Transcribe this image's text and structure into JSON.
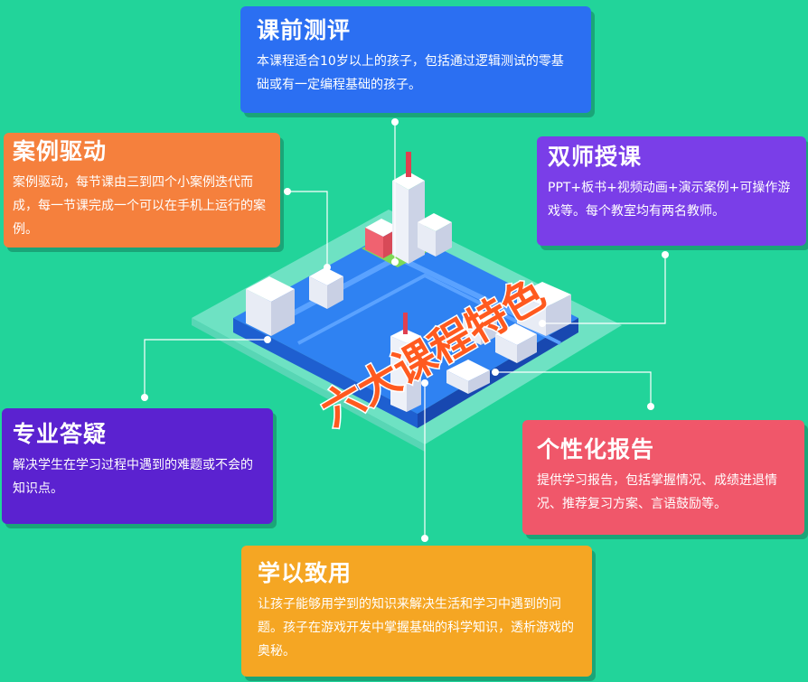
{
  "center_title": "六大课程特色",
  "cards": {
    "pre_assessment": {
      "title": "课前测评",
      "desc": "本课程适合10岁以上的孩子，包括通过逻辑测试的零基础或有一定编程基础的孩子。"
    },
    "case_driven": {
      "title": "案例驱动",
      "desc": "案例驱动，每节课由三到四个小案例迭代而成，每一节课完成一个可以在手机上运行的案例。"
    },
    "dual_teacher": {
      "title": "双师授课",
      "desc": "PPT+板书+视频动画+演示案例+可操作游戏等。每个教室均有两名教师。"
    },
    "qa": {
      "title": "专业答疑",
      "desc": "解决学生在学习过程中遇到的难题或不会的知识点。"
    },
    "report": {
      "title": "个性化报告",
      "desc": "提供学习报告，包括掌握情况、成绩进退情况、推荐复习方案、言语鼓励等。"
    },
    "apply": {
      "title": "学以致用",
      "desc": "让孩子能够用学到的知识来解决生活和学习中遇到的问题。孩子在游戏开发中掌握基础的科学知识，透析游戏的奥秘。"
    }
  },
  "colors": {
    "background": "#22d49a",
    "pre_assessment": "#2b6ff2",
    "case_driven": "#f5803d",
    "dual_teacher": "#7a3ee8",
    "qa": "#5b22d0",
    "report": "#f0576a",
    "apply": "#f5a623",
    "title_text": "#ff5a1f"
  }
}
